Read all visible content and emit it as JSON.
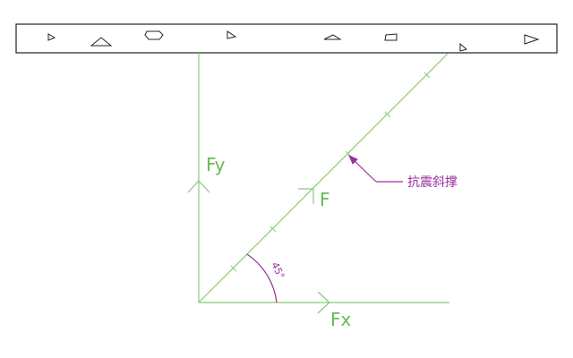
{
  "diagram": {
    "labels": {
      "fy": "Fy",
      "fx": "Fx",
      "f": "F",
      "angle": "45°",
      "callout": "抗震斜撑"
    },
    "colors": {
      "force_lines": "#88cc77",
      "force_text": "#66bb55",
      "annotation": "#9b30a0",
      "outline": "#222222",
      "background": "#ffffff"
    }
  }
}
